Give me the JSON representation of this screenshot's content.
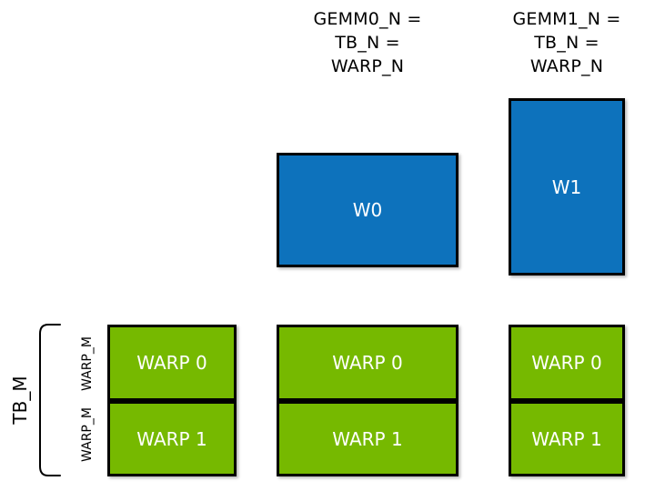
{
  "diagram": {
    "title_implicit": "GEMM warp tiling diagram",
    "colors": {
      "tile_blue": "#0d72bc",
      "warp_green": "#76b900",
      "border_black": "#000000",
      "box_text_white": "#ffffff",
      "label_black": "#000000",
      "background": "#ffffff"
    },
    "top_labels": [
      {
        "lines": [
          "GEMM0_N =",
          "TB_N =",
          "WARP_N"
        ]
      },
      {
        "lines": [
          "GEMM1_N =",
          "TB_N =",
          "WARP_N"
        ]
      }
    ],
    "blue_boxes": [
      {
        "label": "W0"
      },
      {
        "label": "W1"
      }
    ],
    "warp_groups": [
      {
        "rows": [
          "WARP 0",
          "WARP 1"
        ]
      },
      {
        "rows": [
          "WARP 0",
          "WARP 1"
        ]
      },
      {
        "rows": [
          "WARP 0",
          "WARP 1"
        ]
      }
    ],
    "side_labels": {
      "tb_m": "TB_M",
      "warp_m_top": "WARP_M",
      "warp_m_bottom": "WARP_M"
    }
  }
}
